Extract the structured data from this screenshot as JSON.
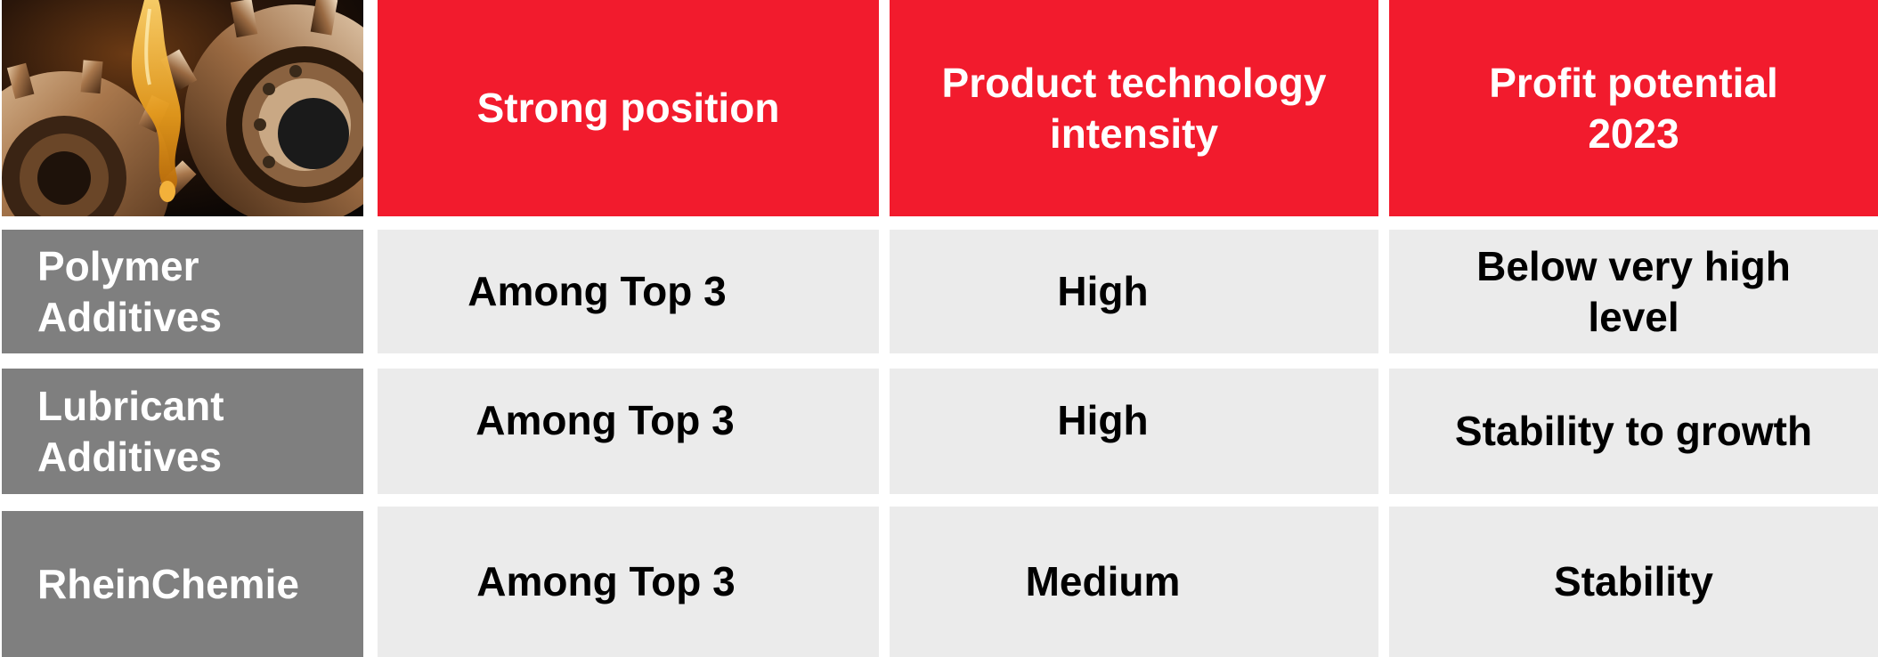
{
  "header": {
    "image_alt_icon": "gears-with-oil-image",
    "columns": [
      "Strong position",
      "Product technology intensity",
      "Profit potential 2023"
    ]
  },
  "rows": [
    {
      "label": "Polymer Additives",
      "values": [
        "Among Top 3",
        "High",
        "Below very high level"
      ]
    },
    {
      "label": "Lubricant Additives",
      "values": [
        "Among Top 3",
        "High",
        "Stability to growth"
      ]
    },
    {
      "label": "RheinChemie",
      "values": [
        "Among Top 3",
        "Medium",
        "Stability"
      ]
    }
  ],
  "colors": {
    "header_red": "#f21b2d",
    "row_label_gray": "#7f7f7f",
    "cell_gray": "#ebebeb"
  }
}
